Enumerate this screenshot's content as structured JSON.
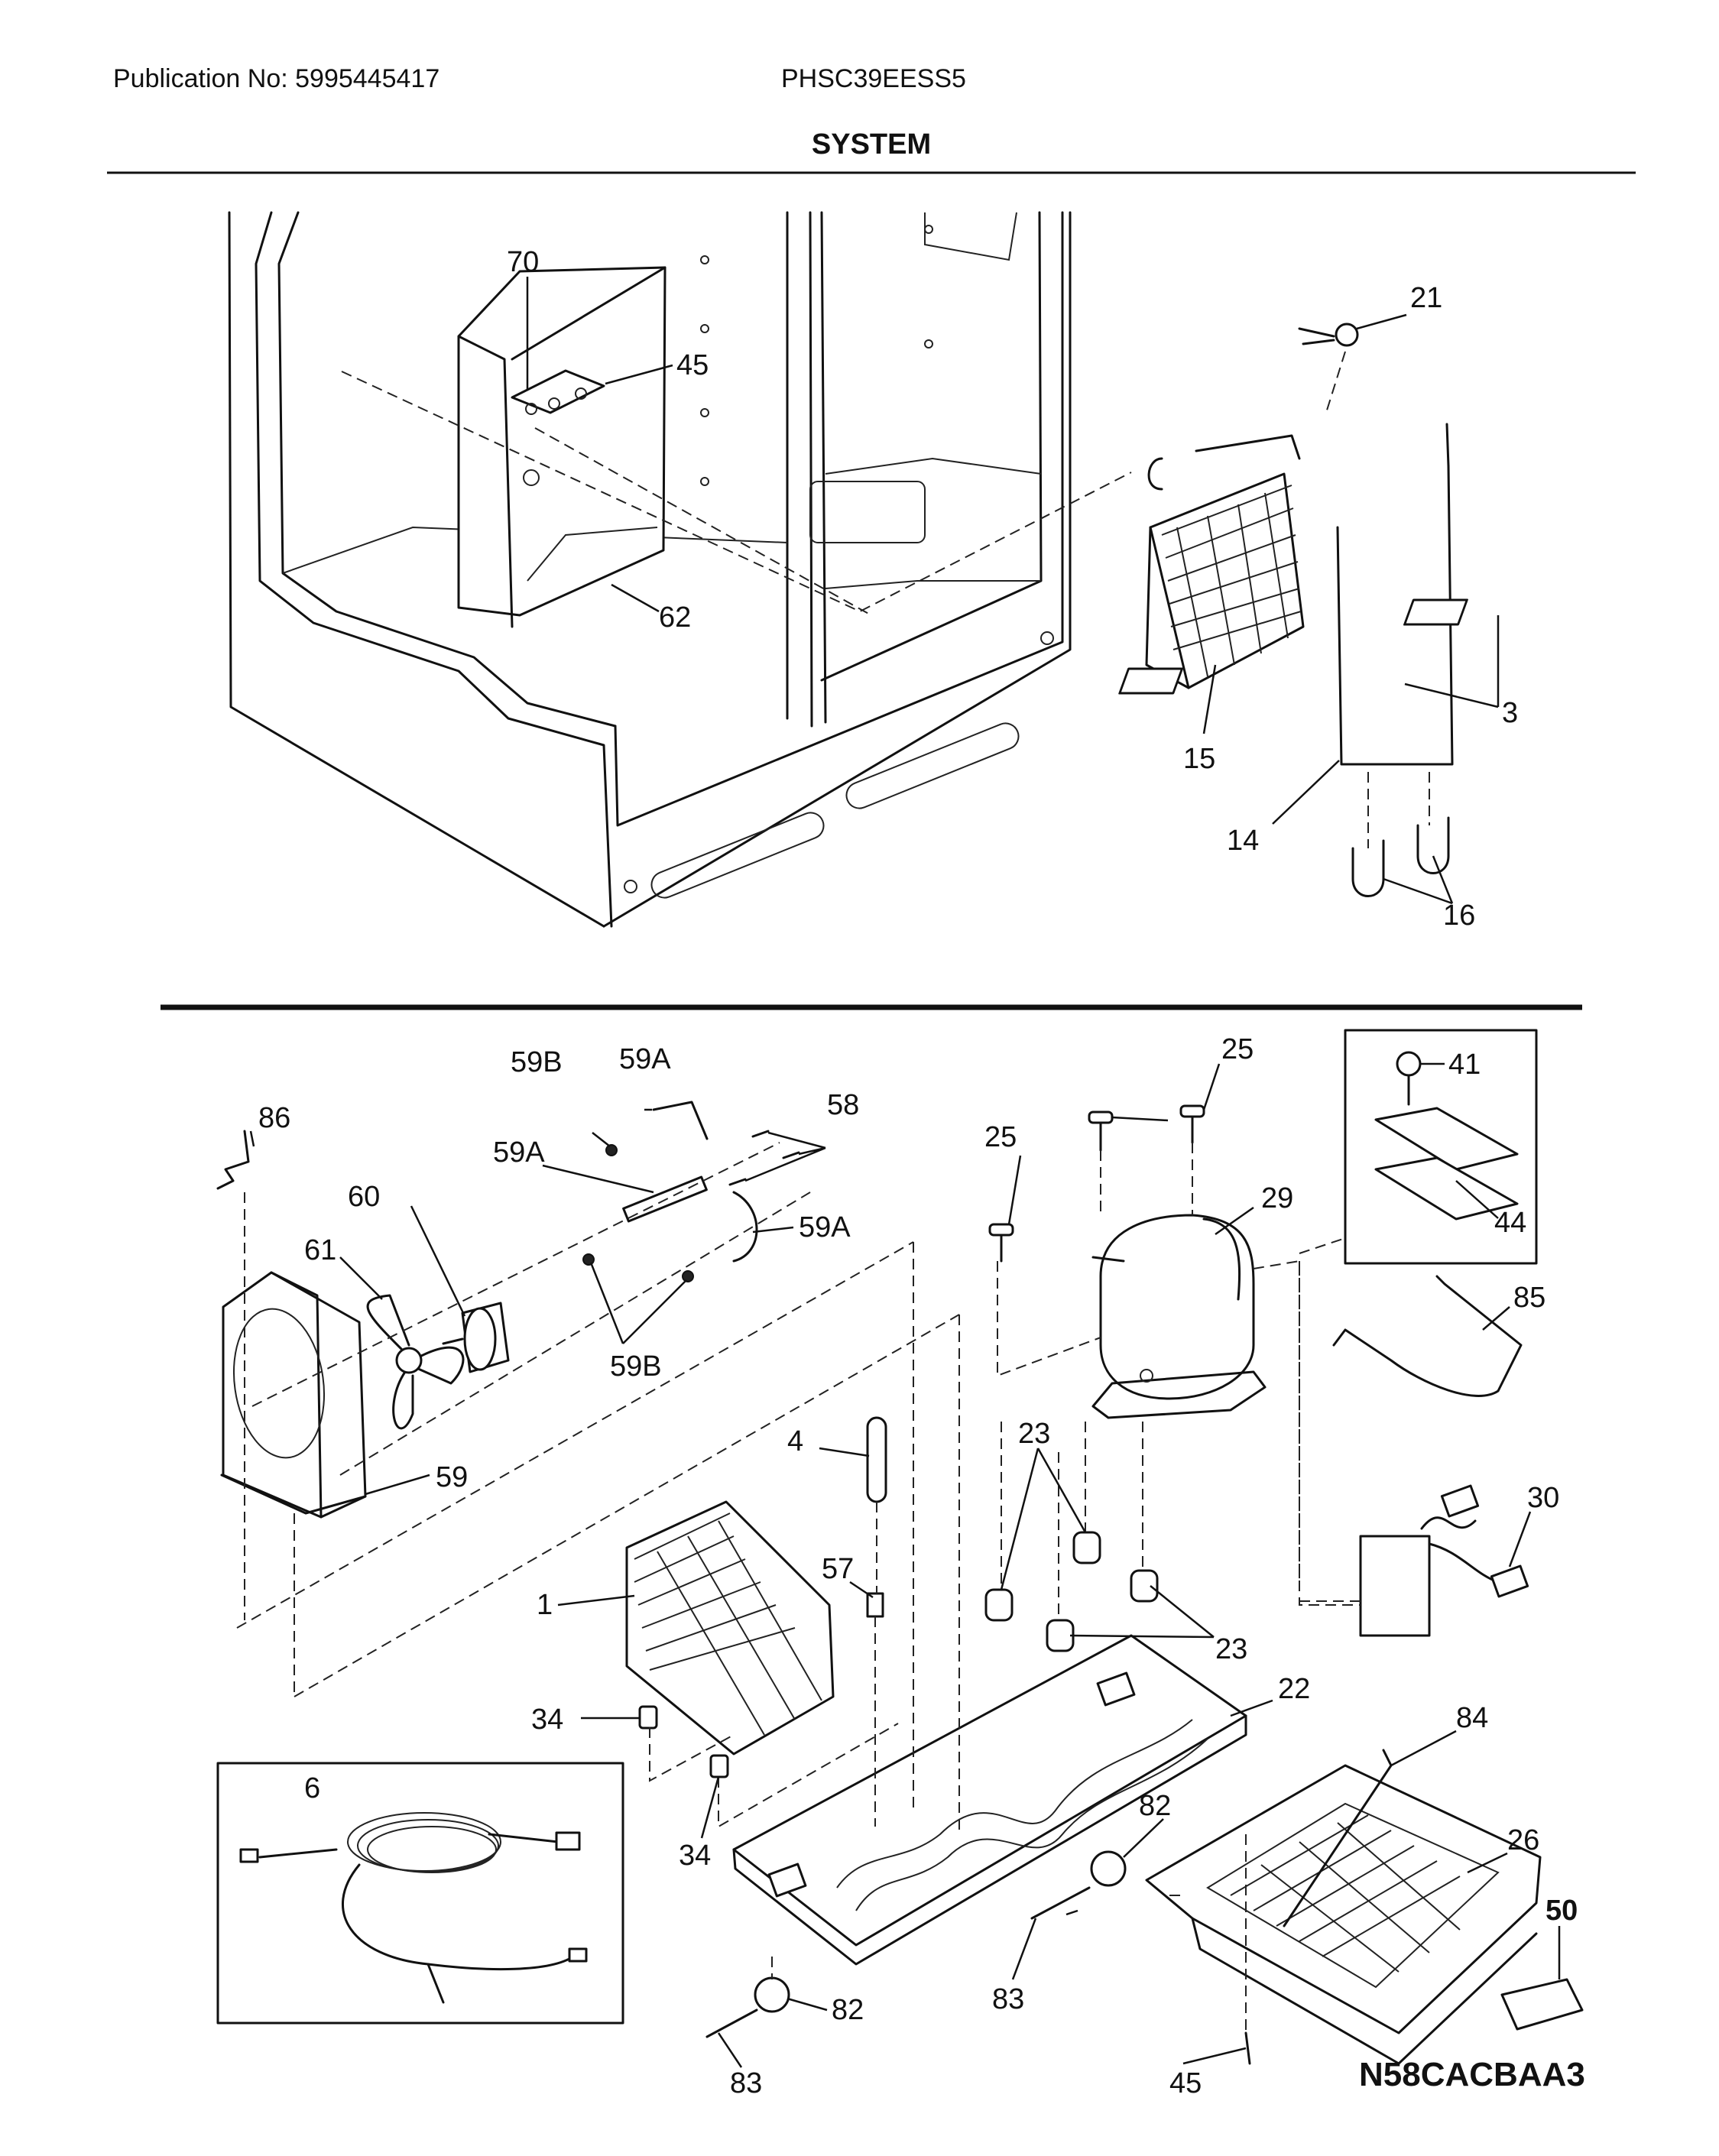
{
  "header": {
    "publication": "Publication No: 5995445417",
    "model": "PHSC39EESS5",
    "section_title": "SYSTEM"
  },
  "footer": {
    "diagram_code": "N58CACBAA3"
  },
  "callouts": [
    {
      "id": "c70",
      "label": "70"
    },
    {
      "id": "c45a",
      "label": "45"
    },
    {
      "id": "c62",
      "label": "62"
    },
    {
      "id": "c21",
      "label": "21"
    },
    {
      "id": "c3",
      "label": "3"
    },
    {
      "id": "c15",
      "label": "15"
    },
    {
      "id": "c14",
      "label": "14"
    },
    {
      "id": "c16",
      "label": "16"
    },
    {
      "id": "c86",
      "label": "86"
    },
    {
      "id": "c59B1",
      "label": "59B"
    },
    {
      "id": "c59A1",
      "label": "59A"
    },
    {
      "id": "c58",
      "label": "58"
    },
    {
      "id": "c59A2",
      "label": "59A"
    },
    {
      "id": "c60",
      "label": "60"
    },
    {
      "id": "c61",
      "label": "61"
    },
    {
      "id": "c59A3",
      "label": "59A"
    },
    {
      "id": "c59B2",
      "label": "59B"
    },
    {
      "id": "c59",
      "label": "59"
    },
    {
      "id": "c25a",
      "label": "25"
    },
    {
      "id": "c25b",
      "label": "25"
    },
    {
      "id": "c29",
      "label": "29"
    },
    {
      "id": "c41",
      "label": "41"
    },
    {
      "id": "c44",
      "label": "44"
    },
    {
      "id": "c85",
      "label": "85"
    },
    {
      "id": "c4",
      "label": "4"
    },
    {
      "id": "c23a",
      "label": "23"
    },
    {
      "id": "c30",
      "label": "30"
    },
    {
      "id": "c57",
      "label": "57"
    },
    {
      "id": "c1",
      "label": "1"
    },
    {
      "id": "c23b",
      "label": "23"
    },
    {
      "id": "c22",
      "label": "22"
    },
    {
      "id": "c34a",
      "label": "34"
    },
    {
      "id": "c6",
      "label": "6"
    },
    {
      "id": "c34b",
      "label": "34"
    },
    {
      "id": "c84",
      "label": "84"
    },
    {
      "id": "c82a",
      "label": "82"
    },
    {
      "id": "c26",
      "label": "26"
    },
    {
      "id": "c50",
      "label": "50"
    },
    {
      "id": "c83a",
      "label": "83"
    },
    {
      "id": "c82b",
      "label": "82"
    },
    {
      "id": "c83b",
      "label": "83"
    },
    {
      "id": "c45b",
      "label": "45"
    }
  ]
}
